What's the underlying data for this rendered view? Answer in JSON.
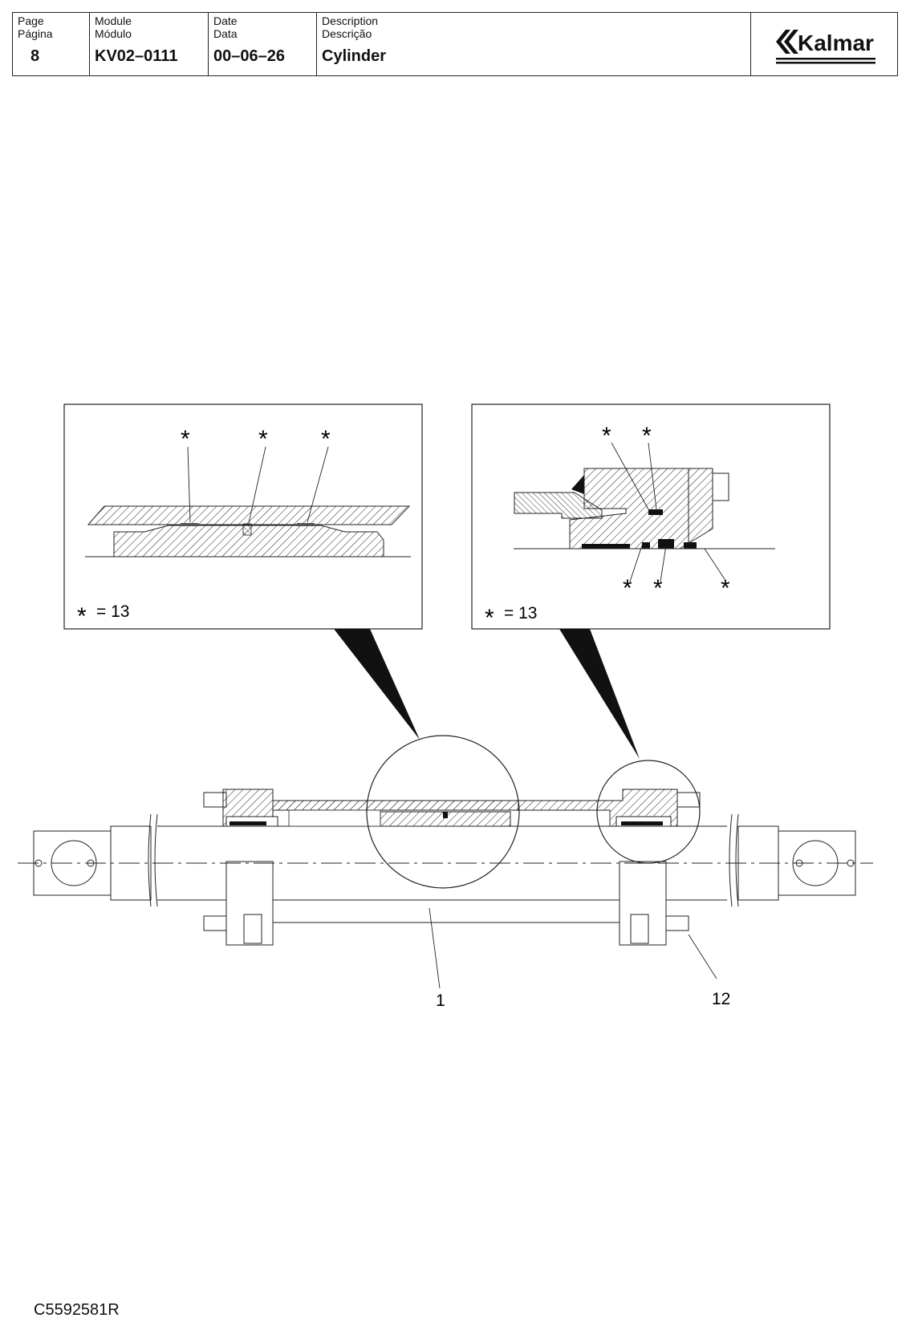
{
  "header": {
    "page_label": "Page",
    "page_label_pt": "Página",
    "page_value": "8",
    "module_label": "Module",
    "module_label_pt": "Módulo",
    "module_value": "KV02–0111",
    "date_label": "Date",
    "date_label_pt": "Data",
    "date_value": "00–06–26",
    "description_label": "Description",
    "description_label_pt": "Descrição",
    "description_value": "Cylinder",
    "logo_text": "Kalmar"
  },
  "drawing": {
    "detail_left": {
      "legend_star": "*",
      "legend_text": "= 13",
      "stars": [
        "*",
        "*",
        "*"
      ]
    },
    "detail_right": {
      "legend_star": "*",
      "legend_text": "= 13",
      "stars_top": [
        "*",
        "*"
      ],
      "stars_bottom": [
        "*",
        "*",
        "*"
      ]
    },
    "callout_1": "1",
    "callout_12": "12"
  },
  "footer": {
    "code": "C5592581R"
  }
}
